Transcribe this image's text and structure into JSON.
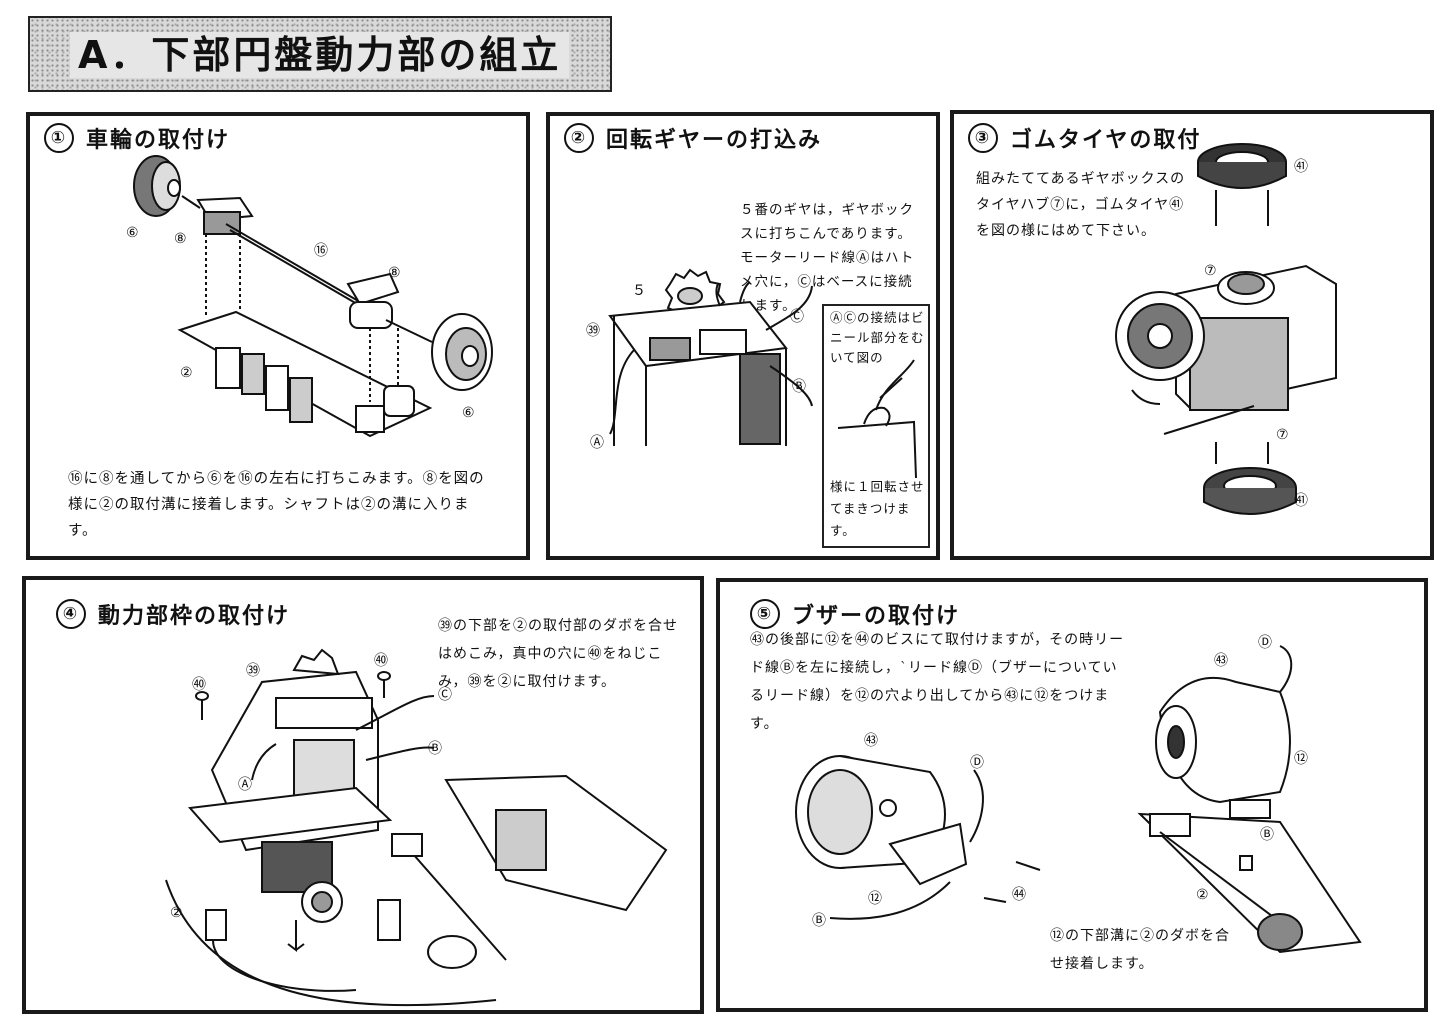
{
  "header": {
    "title": "A．下部円盤動力部の組立"
  },
  "step1": {
    "number": "①",
    "title": "車輪の取付け",
    "description": "⑯に⑧を通してから⑥を⑯の左右に打ちこみます。⑧を図の様に②の取付溝に接着します。シャフトは②の溝に入ります。",
    "labels": {
      "wheel_left": "⑥",
      "bracket_left": "⑧",
      "shaft": "⑯",
      "bracket_right": "⑧",
      "base": "②",
      "wheel_right": "⑥"
    }
  },
  "step2": {
    "number": "②",
    "title": "回転ギヤーの打込み",
    "description": "５番のギヤは，ギヤボックスに打ちこんであります。モーターリード線Ⓐはハトメ穴に，Ⓒはベースに接続します。",
    "note_top": "ⒶⒸの接続はビニール部分をむいて図の",
    "note_bottom": "様に１回転させてまきつけます。",
    "labels": {
      "gear": "５",
      "frame": "㊴",
      "lead_c": "Ⓒ",
      "lead_b": "Ⓑ",
      "lead_a": "Ⓐ"
    }
  },
  "step3": {
    "number": "③",
    "title": "ゴムタイヤの取付",
    "description": "組みたててあるギヤボックスのタイヤハブ⑦に，ゴムタイヤ㊶を図の様にはめて下さい。",
    "labels": {
      "tire_top": "㊶",
      "hub_top": "⑦",
      "hub_bottom": "⑦",
      "tire_bottom": "㊶"
    }
  },
  "step4": {
    "number": "④",
    "title": "動力部枠の取付け",
    "description": "㊴の下部を②の取付部のダボを合せはめこみ，真中の穴に㊵をねじこみ，㊴を②に取付けます。",
    "labels": {
      "frame": "㊴",
      "screw_left": "㊵",
      "screw_right": "㊵",
      "lead_c": "Ⓒ",
      "lead_b": "Ⓑ",
      "lead_a": "Ⓐ",
      "base": "②"
    }
  },
  "step5": {
    "number": "⑤",
    "title": "ブザーの取付け",
    "description": "㊸の後部に⑫を㊹のビスにて取付けますが，その時リード線Ⓑを左に接続し，`リード線Ⓓ（ブザーについているリード線）を⑫の穴より出してから㊸に⑫をつけます。",
    "note": "⑫の下部溝に②のダボを合せ接着します。",
    "labels": {
      "buzzer_left": "㊸",
      "lead_d_left": "Ⓓ",
      "bracket_left": "⑫",
      "screw": "㊹",
      "lead_b_left": "Ⓑ",
      "lead_d_right": "Ⓓ",
      "buzzer_right": "㊸",
      "bracket_right": "⑫",
      "lead_b_right": "Ⓑ",
      "base": "②"
    }
  }
}
